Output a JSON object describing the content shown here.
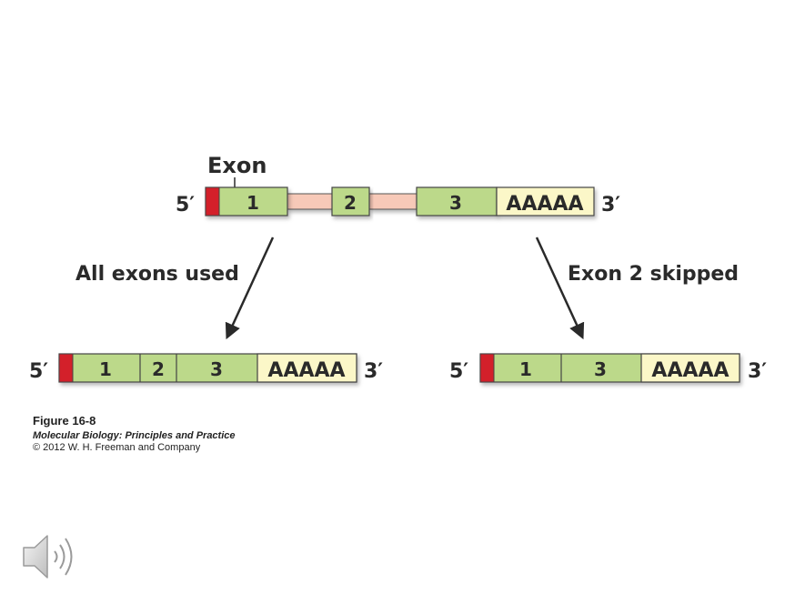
{
  "labels": {
    "exon": "Exon",
    "five_prime": "5′",
    "three_prime": "3′",
    "all_exons_used": "All exons used",
    "exon2_skipped": "Exon 2 skipped"
  },
  "pre_mrna": {
    "segments": [
      "1",
      "2",
      "3",
      "AAAAA"
    ]
  },
  "mrna_all": {
    "segments": [
      "1",
      "2",
      "3",
      "AAAAA"
    ]
  },
  "mrna_skipped": {
    "segments": [
      "1",
      "3",
      "AAAAA"
    ]
  },
  "caption": {
    "figure": "Figure 16-8",
    "book": "Molecular Biology: Principles and Practice",
    "copyright": "© 2012 W. H. Freeman and Company"
  },
  "colors": {
    "exon_green": "#bcd98a",
    "intron_pink": "#f7c9b8",
    "cap_red": "#d3202a",
    "polya_yellow": "#fbf7c8",
    "arrow": "#2a2a2a"
  },
  "icons": {
    "speaker": "speaker-icon"
  }
}
